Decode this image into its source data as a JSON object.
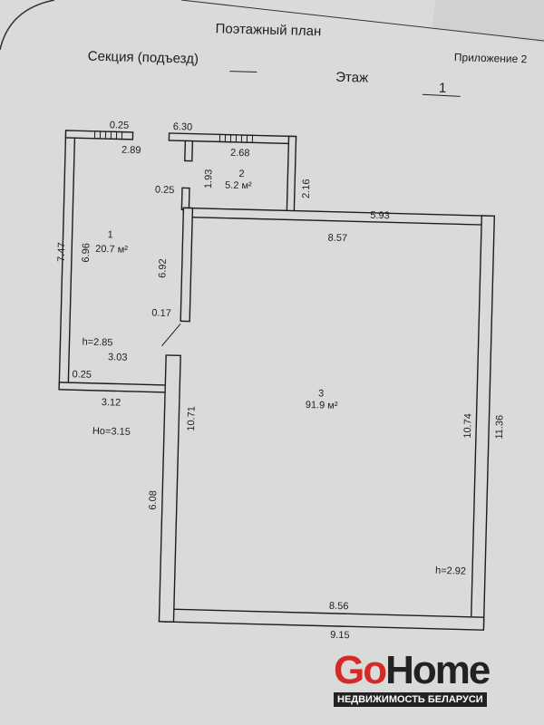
{
  "header": {
    "title": "Поэтажный план",
    "appendix": "Приложение  2",
    "section_label": "Секция (подъезд)",
    "floor_label": "Этаж",
    "floor_value": "1"
  },
  "rooms": [
    {
      "number": "1",
      "area": "20.7 м²"
    },
    {
      "number": "2",
      "area": "5.2 м²"
    },
    {
      "number": "3",
      "area": "91.9 м²"
    }
  ],
  "dimensions": {
    "d_0_25_top": "0.25",
    "d_6_30": "6.30",
    "d_2_89": "2.89",
    "d_2_68": "2.68",
    "d_1_93": "1.93",
    "d_2_16": "2.16",
    "d_0_25_mid": "0.25",
    "d_5_93": "5.93",
    "d_8_57": "8.57",
    "d_7_47": "7.47",
    "d_6_96": "6.96",
    "d_6_92": "6.92",
    "d_0_17": "0.17",
    "d_h_2_85": "h=2.85",
    "d_3_03": "3.03",
    "d_0_25_bot": "0.25",
    "d_3_12": "3.12",
    "d_Ho_3_15": "Ho=3.15",
    "d_10_71": "10.71",
    "d_6_08": "6.08",
    "d_10_74": "10.74",
    "d_11_36": "11.36",
    "d_h_2_92": "h=2.92",
    "d_8_56": "8.56",
    "d_9_15": "9.15"
  },
  "watermark": {
    "brand_go": "Go",
    "brand_home": "Home",
    "tagline": "НЕДВИЖИМОСТЬ БЕЛАРУСИ"
  }
}
